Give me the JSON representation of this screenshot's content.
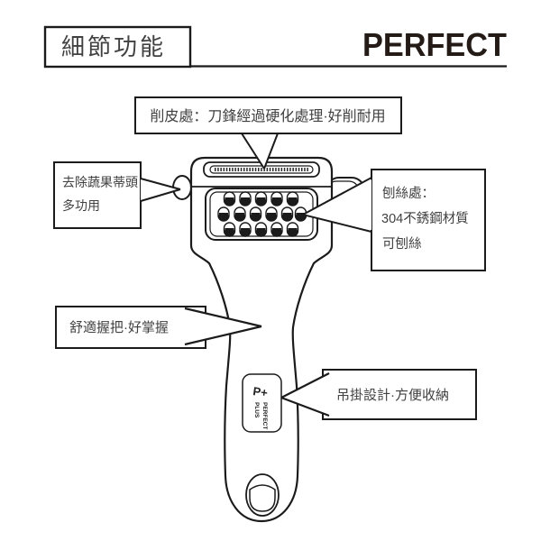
{
  "header": {
    "title": "細節功能",
    "brand": "PERFECT"
  },
  "callouts": {
    "peeling": {
      "text": "削皮處：刀鋒經過硬化處理·好削耐用"
    },
    "stem_remover": {
      "lines": [
        "去除蔬果蒂頭",
        "多功用"
      ]
    },
    "shredding": {
      "lines": [
        "刨絲處：",
        "304不銹鋼材質",
        "可刨絲"
      ]
    },
    "grip": {
      "text": "舒適握把·好掌握"
    },
    "hanging": {
      "text": "吊掛設計·方便收納"
    }
  },
  "product": {
    "label_mark": "P+",
    "label_lines": [
      "PLUS",
      "PERFECT"
    ]
  },
  "colors": {
    "line": "#1b1b1b",
    "text": "#414141",
    "brand": "#241b17",
    "background": "#ffffff"
  }
}
